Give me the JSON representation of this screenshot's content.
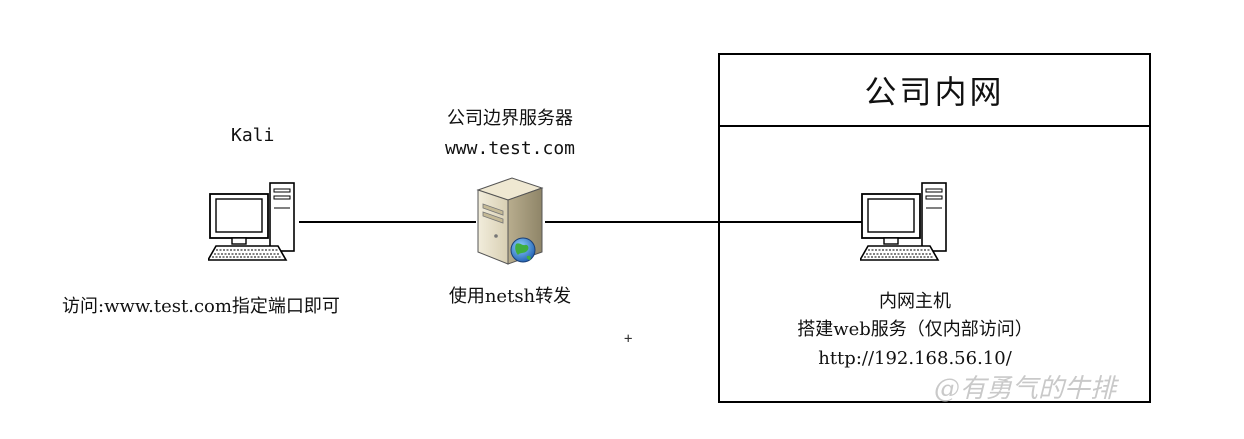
{
  "nodes": {
    "kali": {
      "title": "Kali",
      "caption": "访问:www.test.com指定端口即可"
    },
    "border_server": {
      "title": "公司边界服务器",
      "domain": "www.test.com",
      "caption": "使用netsh转发"
    },
    "intranet_host": {
      "line1": "内网主机",
      "line2": "搭建web服务（仅内部访问）",
      "line3": "http://192.168.56.10/"
    }
  },
  "zone": {
    "title": "公司内网"
  },
  "watermark": "@有勇气的牛排",
  "icons": {
    "kali": "desktop-computer-icon",
    "server": "web-server-icon",
    "intranet": "desktop-computer-icon"
  }
}
